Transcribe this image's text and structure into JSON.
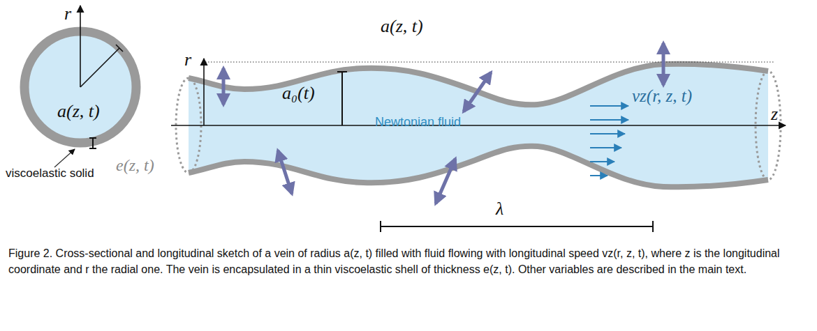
{
  "diagram": {
    "caption": "Figure 2. Cross-sectional and longitudinal sketch of a vein of radius a(z, t) filled with fluid flowing with longitudinal speed vz(r, z, t), where z is the longitudinal coordinate and r the radial one. The vein is encapsulated in a thin viscoelastic shell of thickness e(z, t). Other variables are described in the main text.",
    "labels": [
      "r",
      "a(z, t)",
      "e(z, t)",
      "viscoelastic solid",
      "r",
      "a(z, t)",
      "a₀(t)",
      "Newtonian fluid",
      "vz(r, z, t)",
      "z",
      "λ"
    ]
  }
}
